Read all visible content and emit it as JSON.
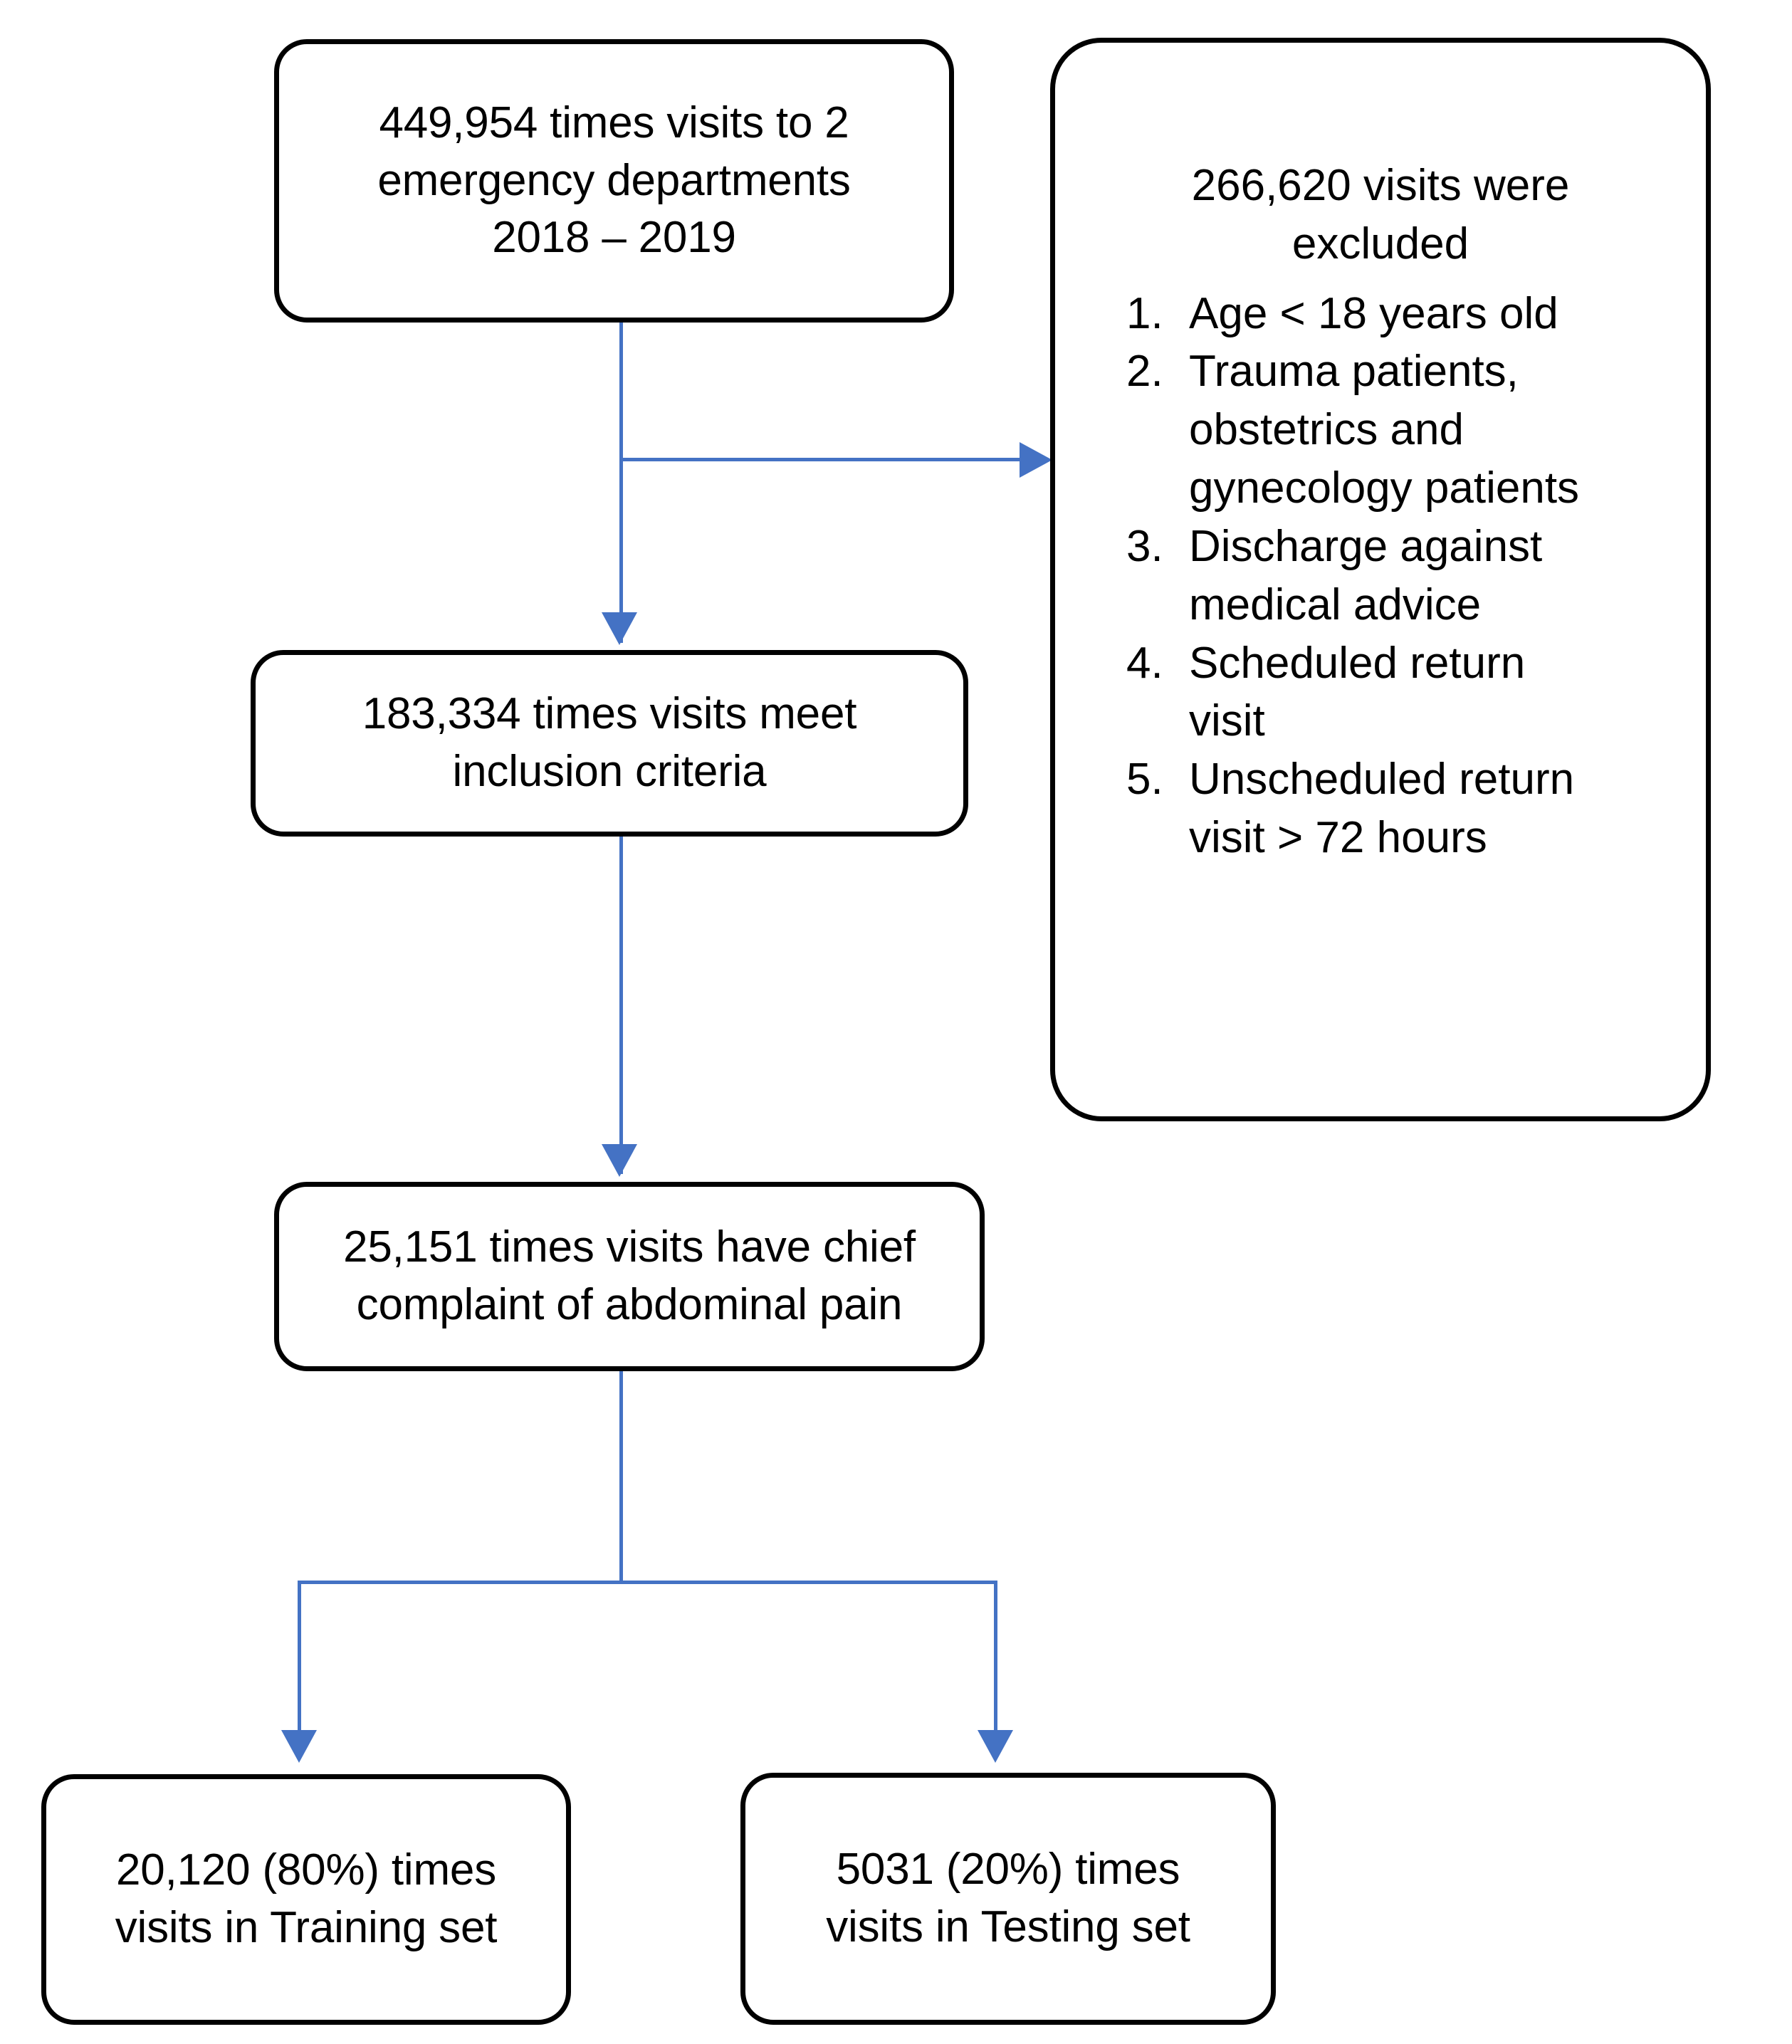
{
  "diagram": {
    "type": "flowchart",
    "title": "Patient visit selection flow",
    "connector_color": "#4472C4",
    "box_border_color": "#000000",
    "background_color": "#FFFFFF"
  },
  "nodes": {
    "total_visits": {
      "label": "449,954 times visits to 2\nemergency departments\n2018 – 2019",
      "count": 449954,
      "period": "2018 – 2019",
      "departments": 2
    },
    "excluded": {
      "heading": "266,620 visits were\nexcluded",
      "count": 266620,
      "criteria": [
        {
          "number": "1.",
          "text": "Age < 18 years old"
        },
        {
          "number": "2.",
          "text": "Trauma patients,\nobstetrics and\ngynecology patients"
        },
        {
          "number": "3.",
          "text": "Discharge against\nmedical advice"
        },
        {
          "number": "4.",
          "text": "Scheduled return\nvisit"
        },
        {
          "number": "5.",
          "text": "Unscheduled return\nvisit > 72 hours"
        }
      ]
    },
    "included": {
      "label": "183,334 times visits meet\ninclusion criteria",
      "count": 183334
    },
    "abdominal_pain": {
      "label": "25,151 times visits have chief\ncomplaint of abdominal pain",
      "count": 25151
    },
    "training_set": {
      "label": "20,120 (80%) times\nvisits in Training set",
      "count": 20120,
      "percent": "80%"
    },
    "testing_set": {
      "label": "5031 (20%) times\nvisits in Testing set",
      "count": 5031,
      "percent": "20%"
    }
  }
}
